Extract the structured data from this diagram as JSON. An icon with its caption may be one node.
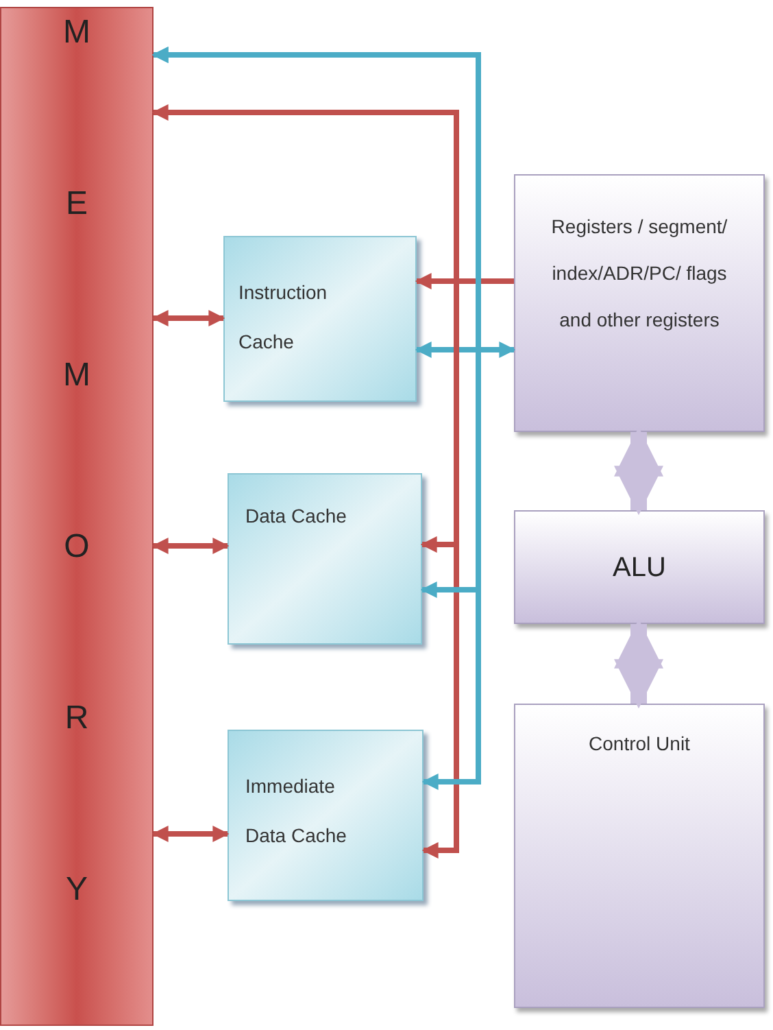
{
  "diagram": {
    "nodes": [
      {
        "text": [
          "M E M O R Y"
        ]
      },
      {
        "text": [
          "Instruction Cache"
        ]
      },
      {
        "text": [
          "Data Cache"
        ]
      },
      {
        "text": [
          "Immediate Data Cache"
        ]
      },
      {
        "text": [
          "Registers / segment/ index/ADR/PC/ flags and other registers"
        ]
      },
      {
        "text": [
          "ALU"
        ]
      },
      {
        "text": [
          "Control Unit"
        ]
      }
    ],
    "edges": [
      {
        "from": 0,
        "to": 1,
        "arrow": "both"
      },
      {
        "from": 0,
        "to": 2,
        "arrow": "both"
      },
      {
        "from": 0,
        "to": 3,
        "arrow": "both"
      },
      {
        "from": 4,
        "to": 1,
        "arrow": "to"
      },
      {
        "from": 4,
        "to": 1,
        "arrow": "both",
        "color": "#4bacc6"
      },
      {
        "from": 4,
        "to": 0,
        "arrow": "to"
      },
      {
        "from": 4,
        "to": 2,
        "arrow": "to"
      },
      {
        "from": 4,
        "to": 3,
        "arrow": "to"
      },
      {
        "from": 0,
        "to": 2,
        "arrow": "both",
        "color": "#4bacc6"
      },
      {
        "from": 0,
        "to": 3,
        "arrow": "both",
        "color": "#4bacc6"
      },
      {
        "from": 4,
        "to": 5,
        "arrow": "both",
        "style": "thick",
        "color": "#c9bfdc"
      },
      {
        "from": 5,
        "to": 6,
        "arrow": "both",
        "style": "thick",
        "color": "#c9bfdc"
      }
    ]
  }
}
